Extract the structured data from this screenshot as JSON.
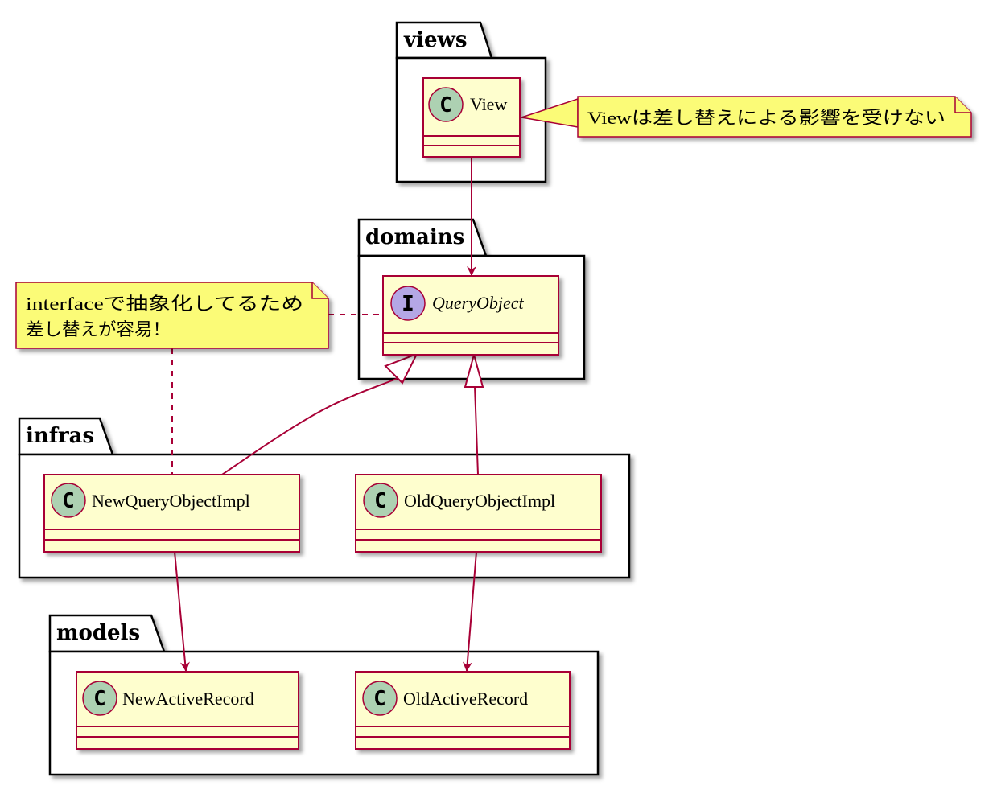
{
  "packages": {
    "views": "views",
    "domains": "domains",
    "infras": "infras",
    "models": "models"
  },
  "classes": {
    "view": "View",
    "query_object": "QueryObject",
    "new_query_object_impl": "NewQueryObjectImpl",
    "old_query_object_impl": "OldQueryObjectImpl",
    "new_active_record": "NewActiveRecord",
    "old_active_record": "OldActiveRecord"
  },
  "stereotype_marks": {
    "class": "C",
    "interface": "I"
  },
  "notes": {
    "view_note": "Viewは差し替えによる影響を受けない",
    "interface_note_line1": "interfaceで抽象化してるため",
    "interface_note_line2": "差し替えが容易！"
  },
  "colors": {
    "class_fill": "#FEFECE",
    "class_border": "#A80036",
    "class_icon": "#ADD1B2",
    "interface_icon": "#B4A7E5",
    "note_fill": "#FBFB77",
    "arrow": "#A80036",
    "package_border": "#000000"
  }
}
